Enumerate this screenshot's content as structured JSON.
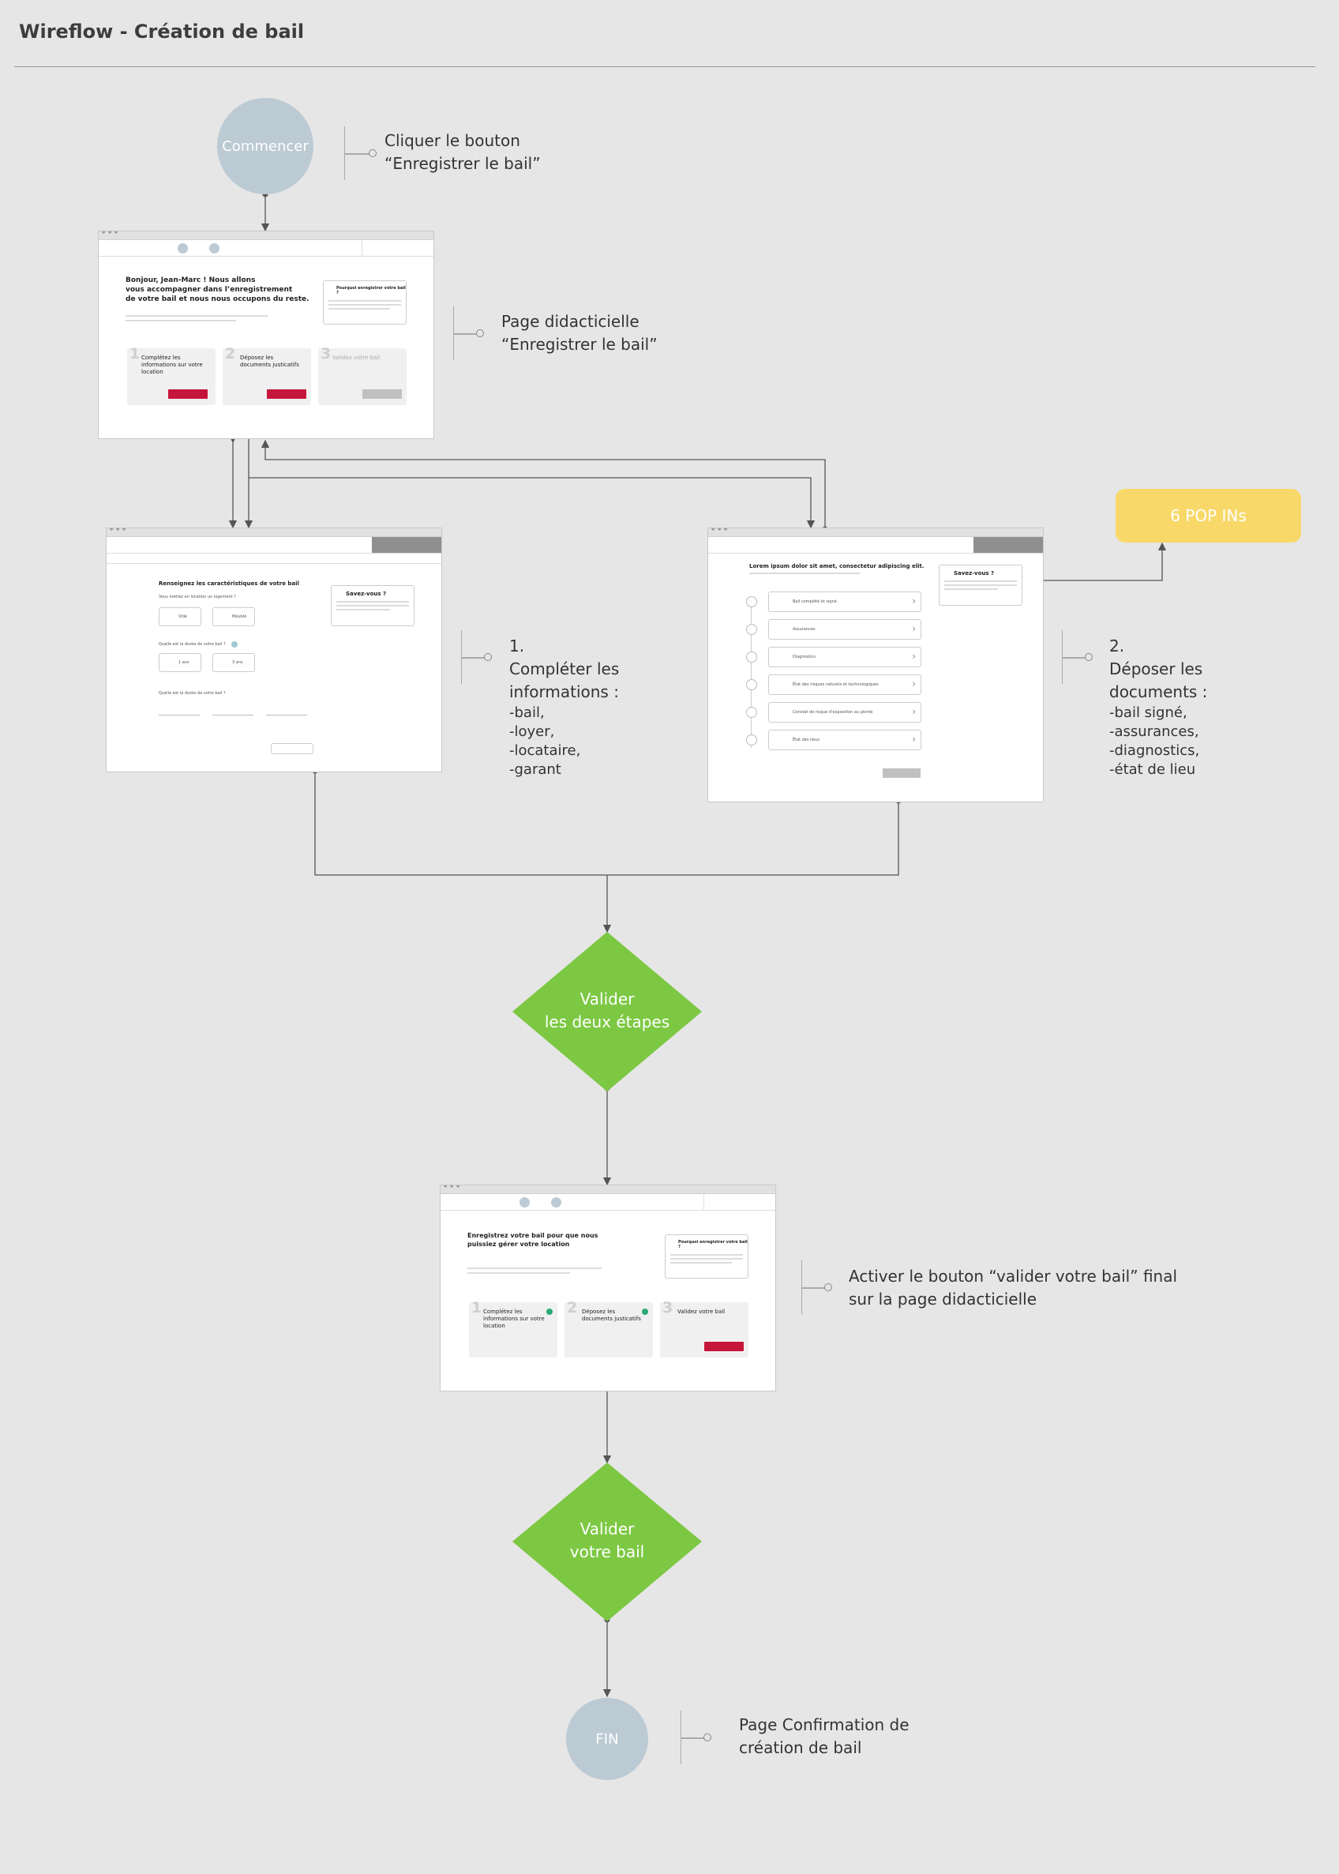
{
  "page": {
    "title": "Wireflow - Création de bail"
  },
  "nodes": {
    "start": "Commencer",
    "end": "FIN",
    "popins": "6 POP INs",
    "decision1": "Valider\nles deux étapes",
    "decision2": "Valider\nvotre bail"
  },
  "notes": {
    "start": "Cliquer le bouton\n“Enregistrer le bail”",
    "tutorial": "Page didacticielle\n“Enregistrer le bail”",
    "step1": "1.\nCompléter les\ninformations :",
    "step1_items": "-bail,\n-loyer,\n-locataire,\n-garant",
    "step2": "2.\nDéposer les\ndocuments :",
    "step2_items": "-bail signé,\n-assurances,\n-diagnostics,\n-état de lieu",
    "activate": "Activer le bouton “valider  votre bail” final\nsur la page didacticielle",
    "confirm": "Page Confirmation de\ncréation de bail"
  },
  "wf1": {
    "greeting": "Bonjour, Jean-Marc ! Nous allons\nvous accompagner dans l’enregistrement\nde votre bail et nous nous occupons du reste.",
    "help_title": "Pourquoi enregistrer votre bail ?",
    "card1": "Complétez les\ninformations sur votre\nlocation",
    "card2": "Déposez les\ndocuments justicatifs",
    "card3": "Validez votre bail",
    "n1": "1",
    "n2": "2",
    "n3": "3"
  },
  "wf2": {
    "heading": "Renseignez les caractéristiques de votre bail",
    "q1": "Vous mettez en location un logement ?",
    "q2": "Quelle est la durée de votre bail ?",
    "q3": "Quelle est la durée de votre bail ?",
    "opt1": "Vide",
    "opt2": "Meublé",
    "opt3": "1 ans",
    "opt4": "3 ans",
    "tip": "Savez-vous ?"
  },
  "wf3": {
    "heading": "Lorem ipsum dolor sit amet, consectetur adipiscing elit.",
    "tip": "Savez-vous ?",
    "items": [
      "Bail complété et signé",
      "Assurances",
      "Diagnostics",
      "État des risques naturels et technologiques",
      "Constat de risque d’exposition au plomb",
      "État des lieux"
    ]
  },
  "wf4": {
    "heading": "Enregistrez votre bail pour que nous\npuissiez gérer votre location",
    "help_title": "Pourquoi enregistrer votre bail ?",
    "card1": "Complétez les\ninformations sur votre\nlocation",
    "card2": "Déposez les\ndocuments justicatifs",
    "card3": "Validez votre bail",
    "n1": "1",
    "n2": "2",
    "n3": "3"
  },
  "colors": {
    "circle": "#bccad4",
    "diamond": "#7dc843",
    "popins": "#f8d869",
    "accent_red": "#c5153a"
  }
}
